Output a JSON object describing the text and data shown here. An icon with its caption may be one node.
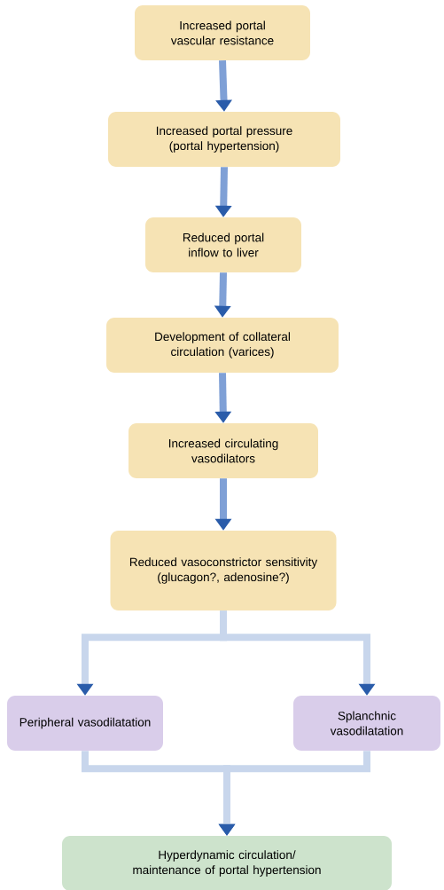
{
  "diagram": {
    "nodes": [
      {
        "text": [
          "Increased portal vascular resistance"
        ]
      },
      {
        "text": [
          "Increased portal pressure (portal hypertension)"
        ]
      },
      {
        "text": [
          "Reduced portal inflow to liver"
        ]
      },
      {
        "text": [
          "Development of collateral circulation (varices)"
        ]
      },
      {
        "text": [
          "Increased circulating vasodilators"
        ]
      },
      {
        "text": [
          "Reduced vasoconstrictor sensitivity (glucagon?, adenosine?)"
        ]
      },
      {
        "text": [
          "Peripheral vasodilatation"
        ]
      },
      {
        "text": [
          "Splanchnic vasodilatation"
        ]
      },
      {
        "text": [
          "Hyperdynamic circulation/ maintenance of portal hypertension"
        ]
      }
    ],
    "edges": [
      {
        "from": 0,
        "to": 1,
        "arrow": "to"
      },
      {
        "from": 1,
        "to": 2,
        "arrow": "to"
      },
      {
        "from": 2,
        "to": 3,
        "arrow": "to"
      },
      {
        "from": 3,
        "to": 4,
        "arrow": "to"
      },
      {
        "from": 4,
        "to": 5,
        "arrow": "to"
      },
      {
        "from": 5,
        "to": 6,
        "arrow": "to"
      },
      {
        "from": 5,
        "to": 7,
        "arrow": "to"
      },
      {
        "from": 6,
        "to": 8,
        "arrow": "to"
      },
      {
        "from": 7,
        "to": 8,
        "arrow": "to"
      }
    ]
  }
}
